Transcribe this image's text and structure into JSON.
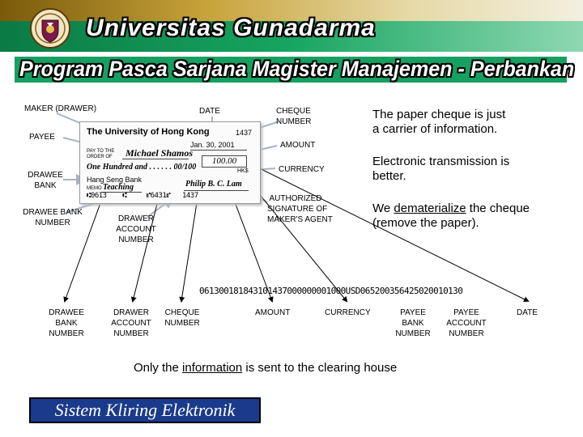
{
  "header": {
    "university_title": "Universitas Gunadarma",
    "program_title": "Program Pasca Sarjana Magister Manajemen - Perbankan"
  },
  "labels": {
    "maker": "MAKER (DRAWER)",
    "date": "DATE",
    "cheque_number": [
      "CHEQUE",
      "NUMBER"
    ],
    "payee": "PAYEE",
    "amount": "AMOUNT",
    "currency": "CURRENCY",
    "drawee_bank": [
      "DRAWEE",
      "BANK"
    ],
    "drawee_bank_number": [
      "DRAWEE BANK",
      "NUMBER"
    ],
    "drawer_account_number": [
      "DRAWER",
      "ACCOUNT",
      "NUMBER"
    ],
    "authorized_signature": [
      "AUTHORIZED",
      "SIGNATURE OF",
      "MAKER'S AGENT"
    ]
  },
  "notes": {
    "n1": [
      "The paper cheque is just",
      "a carrier of information."
    ],
    "n2": [
      "Electronic transmission is",
      "better."
    ],
    "n3_prefix": "We ",
    "n3_underlined": "dematerialize",
    "n3_suffix": " the cheque",
    "n3_line2": "(remove the paper)."
  },
  "cheque": {
    "bank_header": "The University of Hong Kong",
    "number": "1437",
    "date": "Jan. 30, 2001",
    "pay_to_label": [
      "PAY TO THE",
      "ORDER OF"
    ],
    "payee": "Michael Shamos",
    "amount_box": "100.00",
    "amount_words": "One Hundred and . . . . . . 00/100",
    "currency": "HK$",
    "bank": "Hang Seng Bank",
    "memo_label": "MEMO",
    "memo": "Teaching",
    "signature": "Philip B. C. Lam",
    "micr_line": "⑆0613    ⑆     ⑈6431⑈   1437"
  },
  "micr_full": "061300181843101437000000001000USD06520035642502001013",
  "micr_trailing": "0",
  "bottom_labels": {
    "drawee_bank_number": [
      "DRAWEE",
      "BANK",
      "NUMBER"
    ],
    "drawer_account_number": [
      "DRAWER",
      "ACCOUNT",
      "NUMBER"
    ],
    "cheque_number": [
      "CHEQUE",
      "NUMBER"
    ],
    "amount": "AMOUNT",
    "currency": "CURRENCY",
    "payee_bank_number": [
      "PAYEE",
      "BANK",
      "NUMBER"
    ],
    "payee_account_number": [
      "PAYEE",
      "ACCOUNT",
      "NUMBER"
    ],
    "date": "DATE"
  },
  "info_line": {
    "prefix": "Only the ",
    "underlined": "information",
    "suffix": " is sent to the clearing house"
  },
  "footer": "Sistem Kliring Elektronik",
  "colors": {
    "green": "#15a062",
    "navy": "#1a3a8c",
    "gold": "#c7a23a"
  }
}
